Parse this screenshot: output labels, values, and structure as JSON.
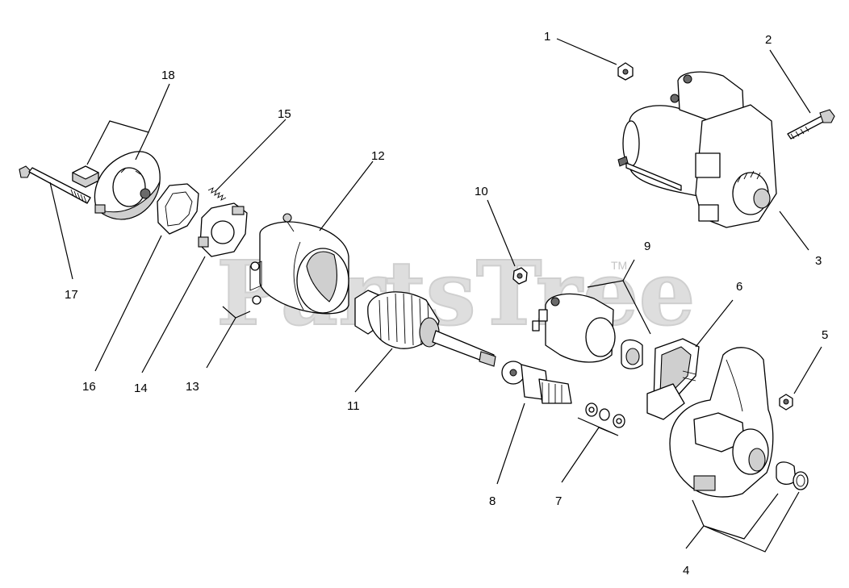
{
  "watermark": {
    "text": "PartsTree",
    "trademark": "TM"
  },
  "callouts": {
    "c1": "1",
    "c2": "2",
    "c3": "3",
    "c4": "4",
    "c5": "5",
    "c6": "6",
    "c7": "7",
    "c8": "8",
    "c9": "9",
    "c10": "10",
    "c11": "11",
    "c12": "12",
    "c13": "13",
    "c14": "14",
    "c15": "15",
    "c16": "16",
    "c17": "17",
    "c18": "18"
  },
  "colors": {
    "line": "#000000",
    "background": "#ffffff",
    "watermark": "#d4d4d4",
    "shade": "#cfcfcf"
  }
}
